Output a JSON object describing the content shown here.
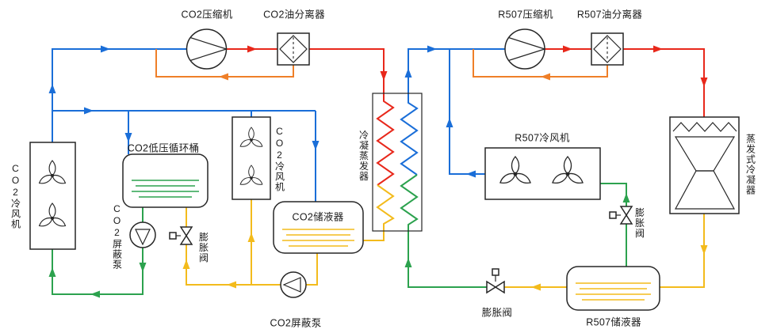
{
  "colors": {
    "blue": "#1a6ed8",
    "red": "#e8281b",
    "orange": "#ef7f28",
    "yellow": "#f3bb1c",
    "green": "#2ca24e",
    "outline": "#262626"
  },
  "labels": {
    "co2_compressor": "CO2压缩机",
    "co2_oil_separator": "CO2油分离器",
    "r507_compressor": "R507压缩机",
    "r507_oil_separator": "R507油分离器",
    "co2_air_cooler_left": "CO2冷风机",
    "co2_lp_circulation_barrel": "CO2低压循环桶",
    "co2_canned_pump_left": "CO2屏蔽泵",
    "expansion_valve_left": "膨胀阀",
    "co2_air_cooler_mid": "CO2冷风机",
    "co2_receiver": "CO2储液器",
    "cascade_condenser_evaporator": "冷凝蒸发器",
    "co2_canned_pump_bottom": "CO2屏蔽泵",
    "r507_air_cooler": "R507冷风机",
    "expansion_valve_right": "膨胀阀",
    "evaporative_condenser": "蒸发式冷凝器",
    "r507_receiver": "R507储液器",
    "expansion_valve_bottom": "膨胀阀"
  }
}
